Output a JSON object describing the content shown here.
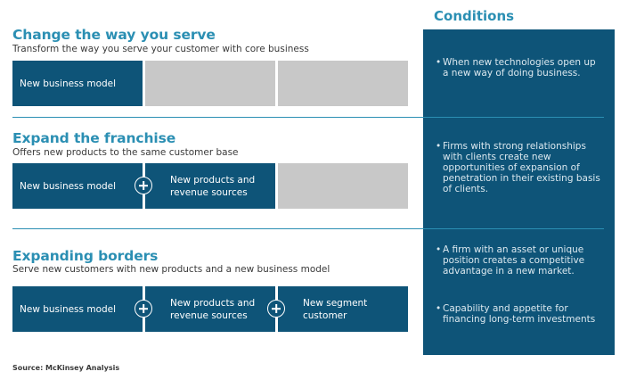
{
  "conditions_title": "Conditions",
  "strategies": [
    {
      "title": "Change the way you serve",
      "subtitle": "Transform the way you serve your customer with core business",
      "boxes": [
        "New business model"
      ]
    },
    {
      "title": "Expand the franchise",
      "subtitle": "Offers new products to the same customer base",
      "boxes": [
        "New business model",
        "New products and revenue sources"
      ]
    },
    {
      "title": "Expanding borders",
      "subtitle": "Serve new customers with new products and a new business model",
      "boxes": [
        "New business model",
        "New products and revenue sources",
        "New segment customer"
      ]
    }
  ],
  "conditions": [
    "When new technologies open up a new way of doing business.",
    "Firms with strong relationships with clients create new opportunities of expansion of penetration in their existing basis of clients.",
    "A firm with an asset or unique position creates a competitive advantage in a new market.",
    "Capability and appetite for financing long-term investments"
  ],
  "bullet_char": "•",
  "icons": {
    "combine": "plus-circle-icon"
  },
  "colors": {
    "navy": "#0e5478",
    "accent": "#2b8fb3",
    "empty": "#c8c8c8"
  },
  "source": "Source: McKinsey Analysis"
}
